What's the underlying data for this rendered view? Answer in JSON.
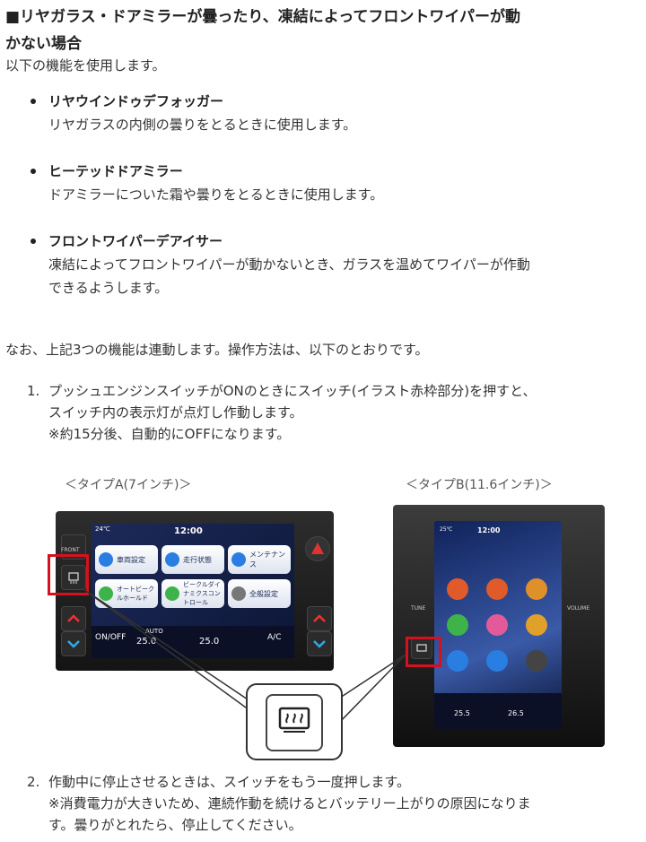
{
  "heading": {
    "line1": "■リヤガラス・ドアミラーが曇ったり、凍結によってフロントワイパーが動",
    "line2": "かない場合"
  },
  "intro": "以下の機能を使用します。",
  "features": [
    {
      "title": "リヤウインドゥデフォッガー",
      "desc": [
        "リヤガラスの内側の曇りをとるときに使用します。"
      ]
    },
    {
      "title": "ヒーテッドドアミラー",
      "desc": [
        "ドアミラーについた霜や曇りをとるときに使用します。"
      ]
    },
    {
      "title": "フロントワイパーデアイサー",
      "desc": [
        "凍結によってフロントワイパーが動かないとき、ガラスを温めてワイパーが作動",
        "できるようします。"
      ]
    }
  ],
  "note": "なお、上記3つの機能は連動します。操作方法は、以下のとおりです。",
  "steps": [
    {
      "num": "1.",
      "lines": [
        "プッシュエンジンスイッチがONのときにスイッチ(イラスト赤枠部分)を押すと、",
        "スイッチ内の表示灯が点灯し作動します。",
        "※約15分後、自動的にOFFになります。"
      ]
    },
    {
      "num": "2.",
      "lines": [
        "作動中に停止させるときは、スイッチをもう一度押します。",
        "※消費電力が大きいため、連続作動を続けるとバッテリー上がりの原因になりま",
        "す。曇りがとれたら、停止してください。"
      ]
    }
  ],
  "figure": {
    "caption_a": "＜タイプA(7インチ)＞",
    "caption_b": "＜タイプB(11.6インチ)＞",
    "highlight_color": "#d6111f",
    "type_a_screen": {
      "time": "12:00",
      "outside_temp": "24℃",
      "tiles": [
        "車両設定",
        "走行状態",
        "メンテナンス",
        "オートビークルホールド",
        "ビークルダイナミクスコントロール",
        "全般設定"
      ],
      "onoff": "ON/OFF",
      "temp_left": "25.0",
      "temp_right": "25.0",
      "auto": "AUTO",
      "ac": "A/C",
      "front": "FRONT"
    },
    "type_b_screen": {
      "time": "12:00",
      "outside_temp": "25℃",
      "temp_left": "25.5",
      "temp_right": "26.5",
      "tune": "TUNE",
      "volume": "VOLUME"
    }
  }
}
